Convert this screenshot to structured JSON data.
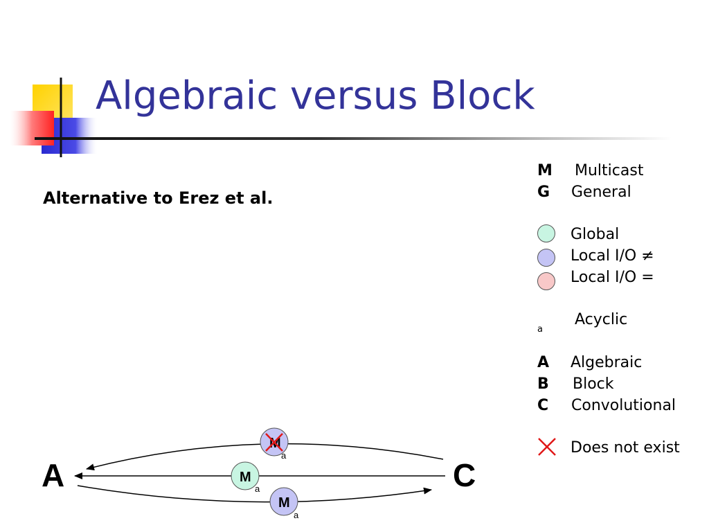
{
  "slide": {
    "title": "Algebraic versus Block",
    "subtitle": "Alternative to Erez et al."
  },
  "legend": {
    "keys": [
      {
        "key": "M",
        "label": "Multicast"
      },
      {
        "key": "G",
        "label": "General"
      }
    ],
    "circles": [
      {
        "color": "#c8f5e2",
        "label": "Global"
      },
      {
        "color": "#c4c4f5",
        "label": "Local I/O ≠"
      },
      {
        "color": "#f8c8c8",
        "label": "Local I/O ="
      }
    ],
    "subscript_symbol": "a",
    "subscript_label": "Acyclic",
    "types": [
      {
        "key": "A",
        "label": "Algebraic"
      },
      {
        "key": "B",
        "label": "Block"
      },
      {
        "key": "C",
        "label": "Convolutional"
      }
    ],
    "cross_label": "Does not exist"
  },
  "diagram": {
    "left_node": "A",
    "right_node": "C",
    "upper_node": {
      "label": "M",
      "subscript": "a",
      "color": "#c4c4f5",
      "crossed": true
    },
    "middle_node": {
      "label": "M",
      "subscript": "a",
      "color": "#c8f5e2"
    },
    "lower_node": {
      "label": "M",
      "subscript": "a",
      "color": "#c4c4f5"
    }
  },
  "colors": {
    "title": "#333399",
    "cross": "#e01818"
  }
}
